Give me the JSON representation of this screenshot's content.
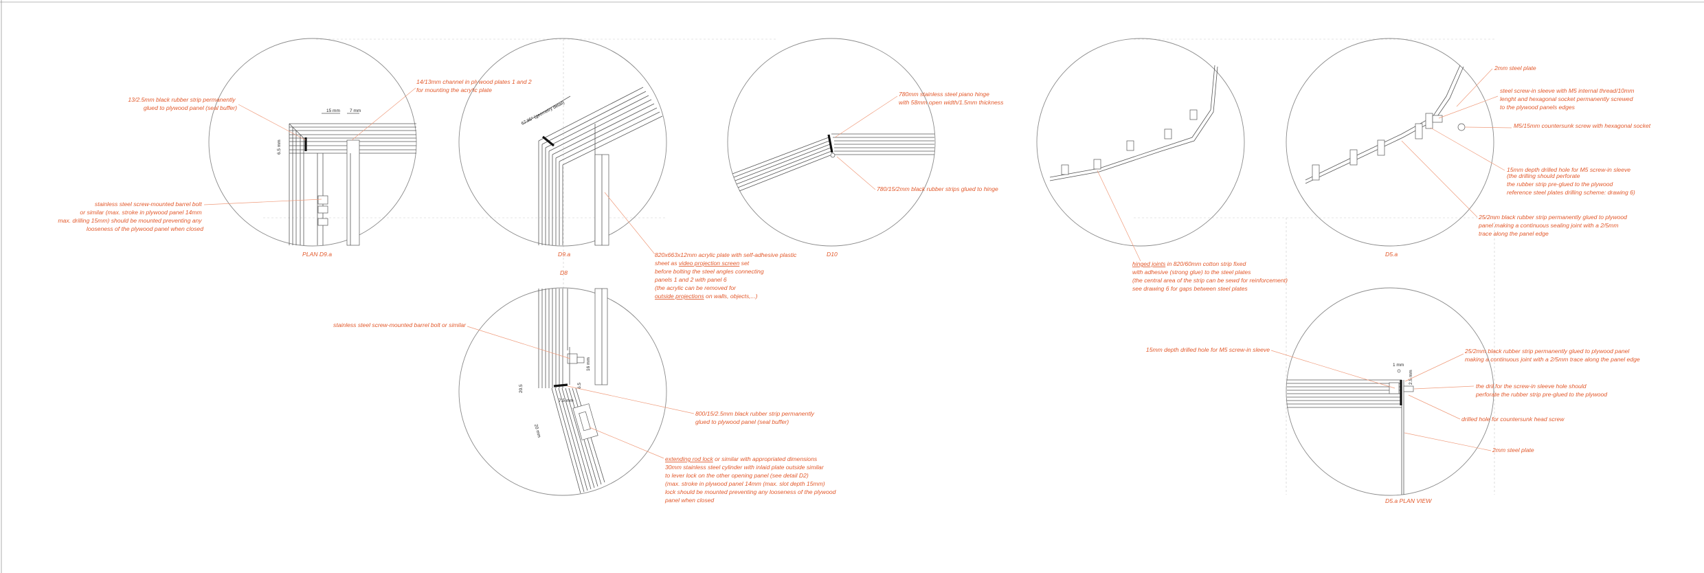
{
  "details": {
    "d9a": {
      "caption": "PLAN   D9.a",
      "note_rubber": [
        "13/2.5mm black rubber strip permanently",
        "glued to plywood panel (seal buffer)"
      ],
      "note_channel": [
        "14/13mm channel in plywood plates 1 and 2",
        "for mounting the acrylic plate"
      ],
      "note_bolt": [
        "stainless steel screw-mounted barrel bolt",
        "or similar (max. stroke in plywood panel 14mm",
        "max. drilling 15mm) should be mounted preventing any",
        "looseness of the plywood panel when closed"
      ],
      "dim_a": "15 mm",
      "dim_b": "7 mm",
      "dim_c": "6.5 mm"
    },
    "d9a_second": {
      "caption": "D9.a",
      "dim_angle": "67.95° (geometry detail)"
    },
    "d8": {
      "caption": "D8",
      "note_bolt": "stainless steel screw-mounted barrel bolt or similar",
      "note_rubber": [
        "800/15/2.5mm black rubber strip permanently",
        "glued to plywood panel (seal buffer)"
      ],
      "note_lock": [
        "extending rod lock",
        " or similar with appropriated dimensions",
        "30mm stainless steel cylinder with inlaid plate outside similar",
        "to lever lock on the other opening panel (see detail D2)",
        "(max. stroke in plywood panel 14mm (max. slot depth 15mm)",
        "lock should be mounted preventing any looseness of the plywood",
        "panel when closed"
      ],
      "dim_a": "16 mm",
      "dim_b": "20.5",
      "dim_c": "7.5 mm",
      "dim_d": "20 mm",
      "dim_e": "6.5"
    },
    "d10": {
      "caption": "D10",
      "note_hinge": [
        "780mm stainless steel piano hinge",
        "with 58mm open width/1.5mm thickness"
      ],
      "note_strips": "780/15/2mm black rubber strips glued to hinge"
    },
    "acrylic": {
      "line1_a": "820x663x12mm acrylic plate with self-adhesive plastic",
      "line2_a": "sheet as ",
      "line2_b": "video projection screen",
      "line2_c": " set",
      "line3": "before bolting the steel angles connecting",
      "line4": "panels 1 and 2 with panel 6",
      "line5": "(the acrylic can be removed for",
      "line6_a": "outside projections",
      "line6_b": " on walls, objects,...)"
    },
    "hinged": {
      "line1_a": "hinged joints",
      "line1_b": " in 820/60mm cotton strip fixed",
      "line2": "with adhesive (strong glue) to the steel plates",
      "line3": "(the central area of the strip can be sewd for reinforcement)",
      "line4": "see drawing 6 for gaps between steel plates"
    },
    "d5a": {
      "caption": "D5.a",
      "note_plate": "2mm steel plate",
      "note_sleeve": [
        "steel screw-in sleeve with M5 internal thread/10mm",
        "lenght and hexagonal socket permanently screwed",
        "to the plywood panels edges"
      ],
      "note_screw": "M5/15mm countersunk screw with hexagonal socket",
      "note_hole": [
        "15mm depth drilled hole for M5 screw-in sleeve",
        "(the drilling should perforate",
        "the rubber strip pre-glued to the plywood",
        "reference steel plates drilling scheme: drawing 6)"
      ],
      "note_rubber": [
        "25/2mm black rubber strip permanently glued to plywood",
        "panel making a continuous sealing joint with a 2/5mm",
        "trace along the panel edge"
      ]
    },
    "d5a_plan": {
      "caption": "D5.a   PLAN VIEW",
      "note_hole": "15mm depth drilled hole for M5 screw-in sleeve",
      "note_rubber": [
        "25/2mm black rubber strip permanently glued to plywood panel",
        "making a continuous joint with a 2/5mm trace along the panel edge"
      ],
      "note_drill": [
        "the dril for the screw-in sleeve hole should",
        "perforate the rubber strip pre-glued to the plywood"
      ],
      "note_head": "drilled hole for countersunk head screw",
      "note_plate": "2mm steel plate",
      "dim_a": "1 mm",
      "dim_b": "2.5 mm"
    }
  },
  "colors": {
    "annotation": "#e2582a",
    "leader": "#ef9a7a",
    "linework": "#555555",
    "circle": "#8a8a8a"
  }
}
